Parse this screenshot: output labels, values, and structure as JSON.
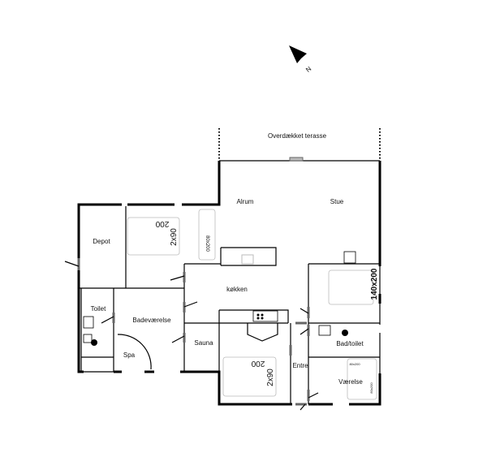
{
  "compass": {
    "label": "N"
  },
  "terrace": {
    "label": "Overdækket terasse"
  },
  "rooms": {
    "alrum": "Alrum",
    "stue": "Stue",
    "depot": "Depot",
    "kokken": "køkken",
    "toilet": "Toilet",
    "badevaerelse": "Badeværelse",
    "sauna": "Sauna",
    "spa": "Spa",
    "entre": "Entre",
    "bad_toilet": "Bad/toilet",
    "vaerelse": "Værelse"
  },
  "beds": {
    "bed1_length": "200",
    "bed1_size": "2x90",
    "bed2_size": "80x200",
    "bed3_size": "140x200",
    "bed4_length": "200",
    "bed4_size": "2x90",
    "bed5_size_a": "80x200",
    "bed5_size_b": "80x200"
  }
}
